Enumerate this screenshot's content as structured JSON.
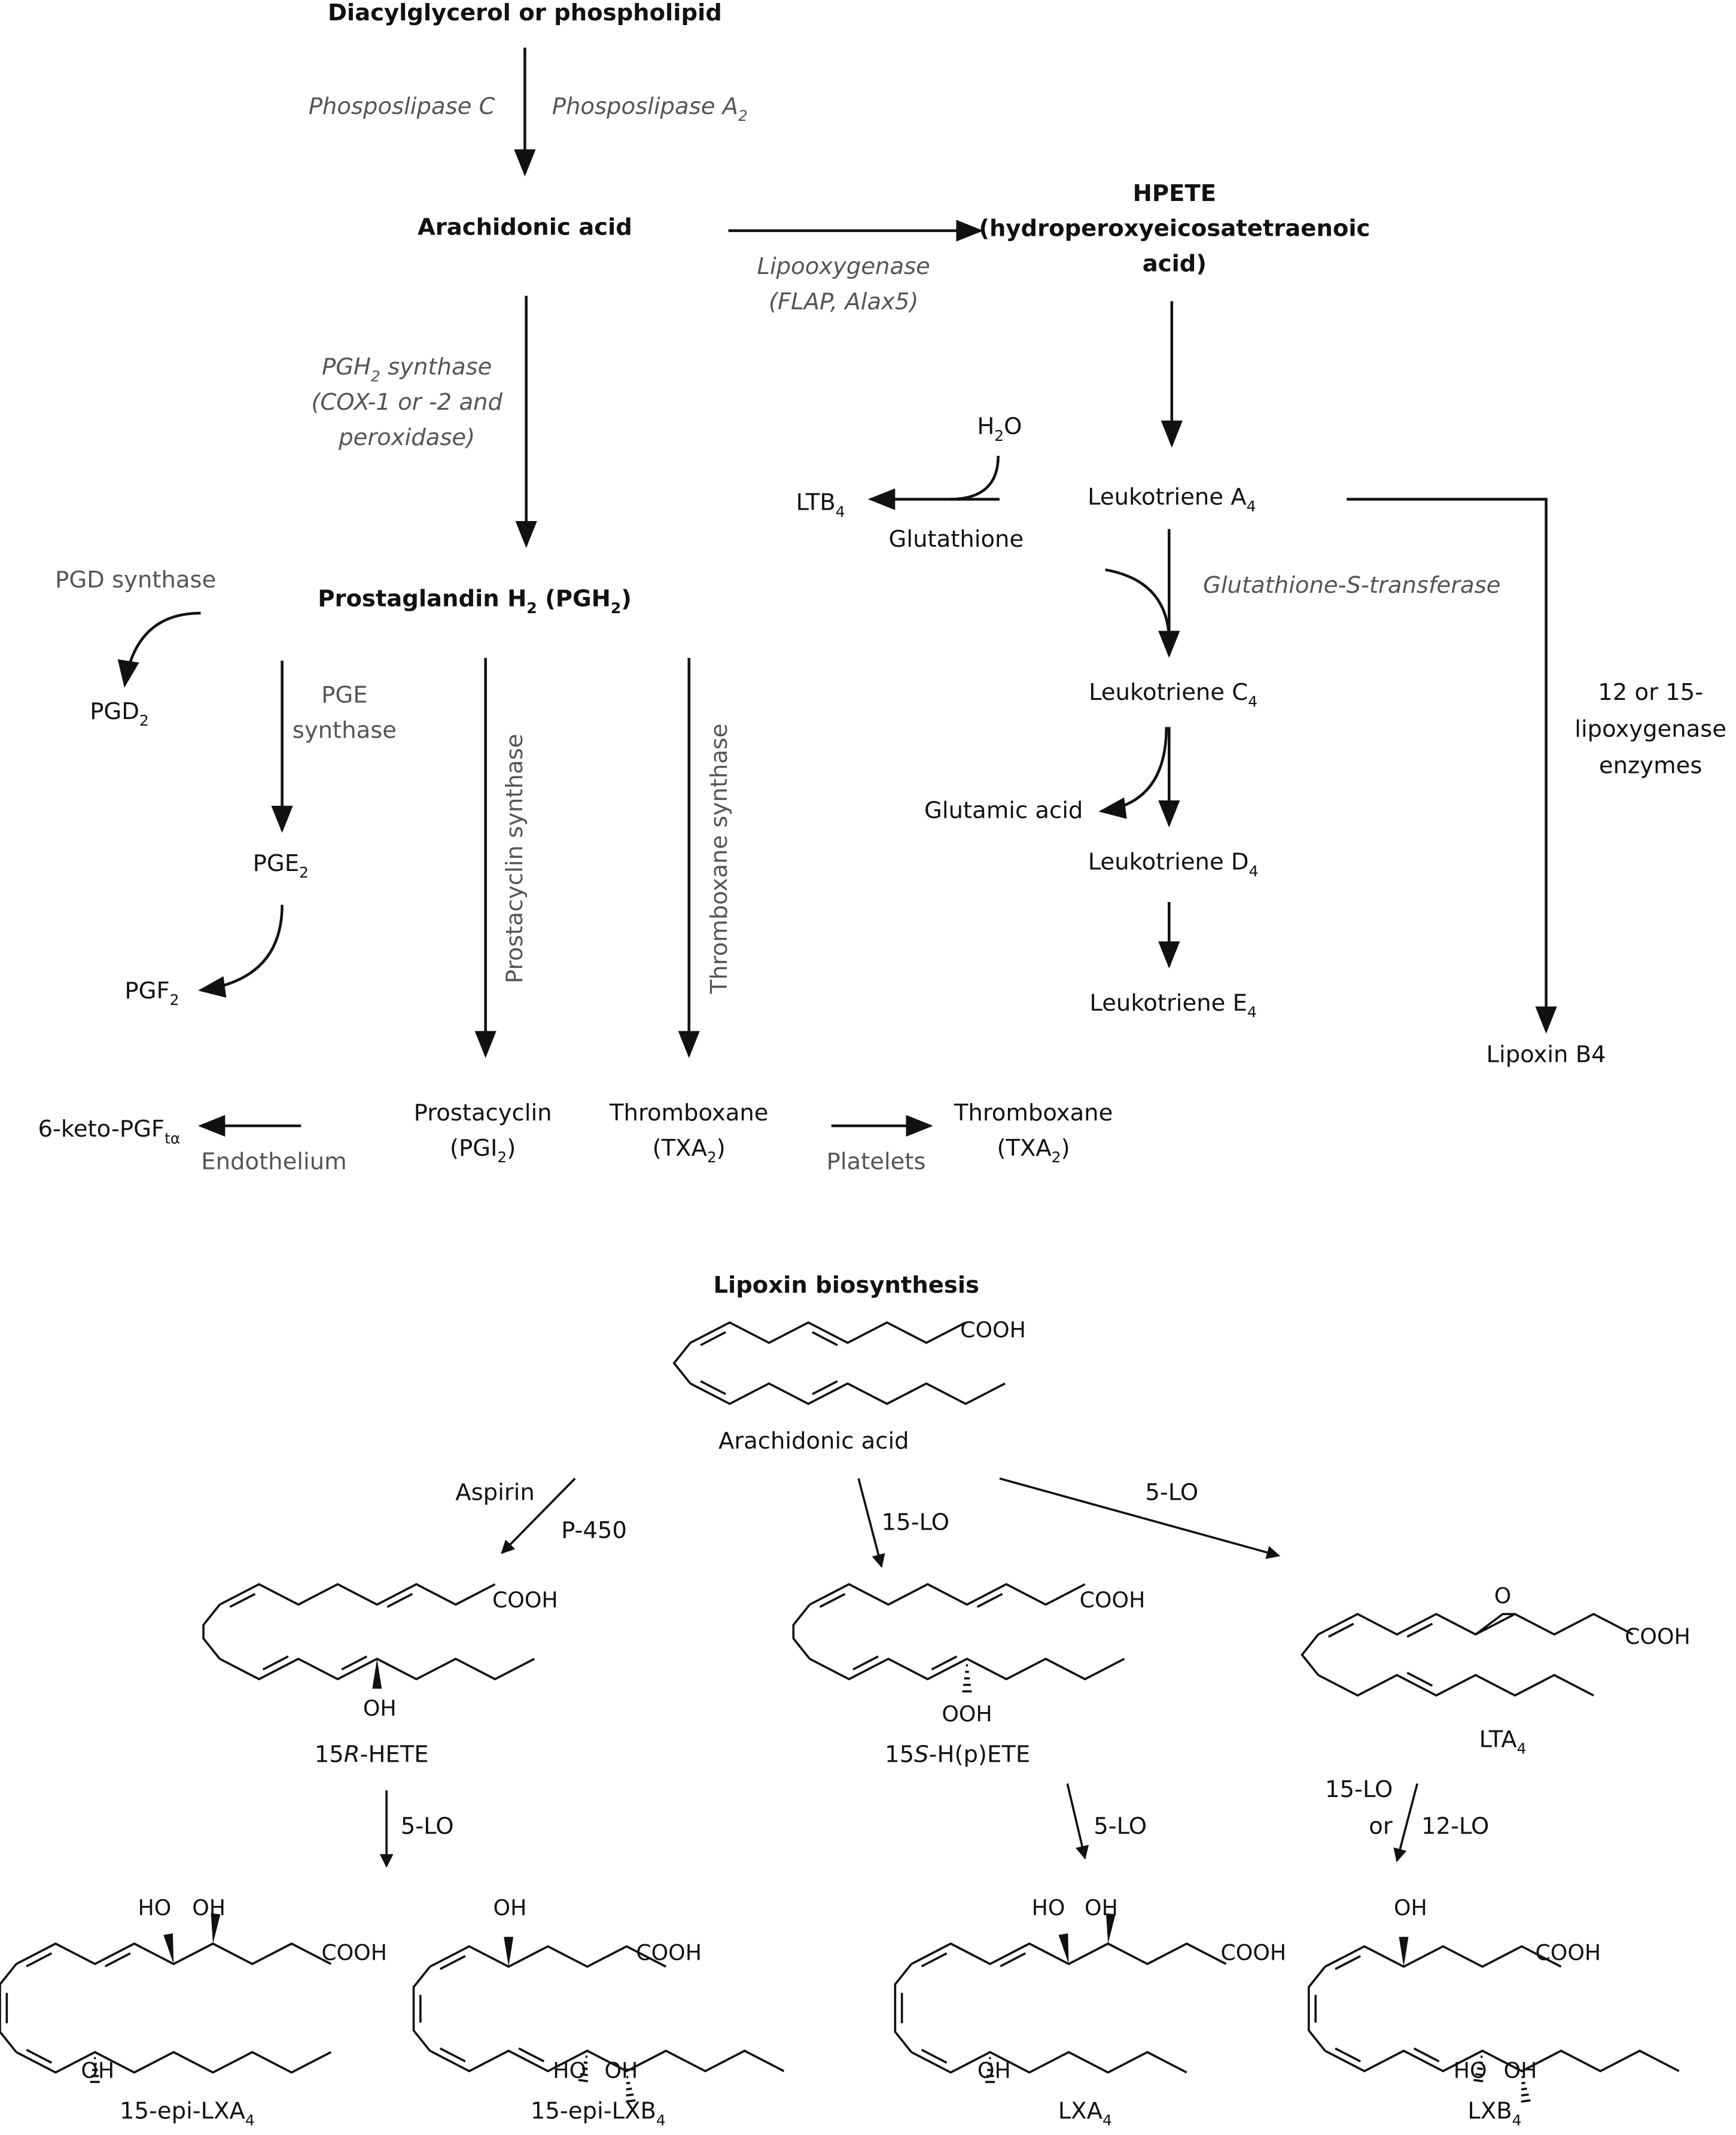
{
  "top": {
    "source": "Diacylglycerol or phospholipid",
    "plc": "Phosposlipase C",
    "pla2": {
      "text": "Phosposlipase A",
      "sub": "2"
    },
    "arachidonic": "Arachidonic acid",
    "lipooxygenase": [
      "Lipooxygenase",
      "(FLAP, Alax5)"
    ],
    "hpete": [
      "HPETE",
      "(hydroperoxyeicosatetraenoic",
      "acid)"
    ],
    "pgh2_synthase": {
      "l1": "PGH",
      "l1_sub": "2",
      "l1_rest": " synthase",
      "l2": "(COX-1 or -2 and",
      "l3": "peroxidase)"
    },
    "pgh2": {
      "a": "Prostaglandin H",
      "a_sub": "2",
      "b": " (PGH",
      "b_sub": "2",
      "c": ")"
    },
    "h2o": {
      "a": "H",
      "sub": "2",
      "b": "O"
    },
    "ltb4": {
      "text": "LTB",
      "sub": "4"
    },
    "glutathione": "Glutathione",
    "lta4": {
      "text": "Leukotriene A",
      "sub": "4"
    },
    "gst": "Glutathione-S-transferase",
    "ltc4": {
      "text": "Leukotriene C",
      "sub": "4"
    },
    "glutamic": "Glutamic acid",
    "ltd4": {
      "text": "Leukotriene D",
      "sub": "4"
    },
    "lte4": {
      "text": "Leukotriene E",
      "sub": "4"
    },
    "lipox_enzymes": [
      "12 or 15-",
      "lipoxygenase",
      "enzymes"
    ],
    "lipoxin_b4": "Lipoxin B4",
    "pgd_synthase": "PGD synthase",
    "pgd2": {
      "text": "PGD",
      "sub": "2"
    },
    "pge_synthase": [
      "PGE",
      "synthase"
    ],
    "pge2": {
      "text": "PGE",
      "sub": "2"
    },
    "pgf2": {
      "text": "PGF",
      "sub": "2"
    },
    "prostacyclin_synthase": "Prostacyclin synthase",
    "thromboxane_synthase": "Thromboxane synthase",
    "prostacyclin": {
      "l1": "Prostacyclin",
      "l2": "(PGI",
      "sub": "2",
      "l2_end": ")"
    },
    "thromboxane": {
      "l1": "Thromboxane",
      "l2": "(TXA",
      "sub": "2",
      "l2_end": ")"
    },
    "keto": {
      "text": "6-keto-PGF",
      "sub": "tα"
    },
    "endothelium": "Endothelium",
    "platelets": "Platelets",
    "thromboxane2": {
      "l1": "Thromboxane",
      "l2": "(TXA",
      "sub": "2",
      "l2_end": ")"
    }
  },
  "bottom": {
    "title": "Lipoxin biosynthesis",
    "cooh": "COOH",
    "arachidonic": "Arachidonic acid",
    "aspirin": "Aspirin",
    "p450": "P-450",
    "lo15": "15-LO",
    "lo5": "5-LO",
    "lo12": "12-LO",
    "or": "or",
    "oh": "OH",
    "ho": "HO",
    "ooh": "OOH",
    "o": "O",
    "hete15r": {
      "a": "15",
      "b": "R",
      "c": "-HETE"
    },
    "hpete15s": {
      "a": "15",
      "b": "S",
      "c": "-H(p)ETE"
    },
    "lta4": {
      "text": "LTA",
      "sub": "4"
    },
    "epi_lxa4": {
      "text": "15-epi-LXA",
      "sub": "4"
    },
    "epi_lxb4": {
      "text": "15-epi-LXB",
      "sub": "4"
    },
    "lxa4": {
      "text": "LXA",
      "sub": "4"
    },
    "lxb4": {
      "text": "LXB",
      "sub": "4"
    }
  },
  "colors": {
    "text": "#111111",
    "enzyme_text": "#555555"
  }
}
